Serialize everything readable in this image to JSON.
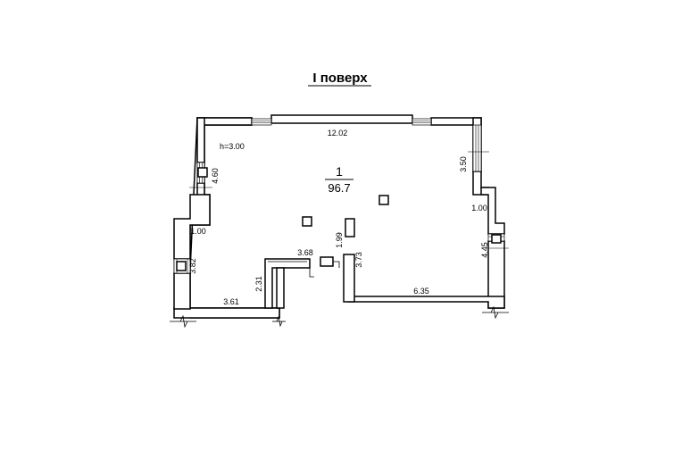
{
  "title": "I поверх",
  "height_note": "h=3.00",
  "room": {
    "number": "1",
    "area": "96.7"
  },
  "dimensions": {
    "top": "12.02",
    "left_upper": "4.60",
    "left_step": "1.00",
    "left_lower": "3.82",
    "bottom_left": "3.61",
    "recess_top": "3.68",
    "recess_side": "2.31",
    "column_side": "1.99",
    "inner_right": "3.73",
    "bottom_right": "6.35",
    "right_upper": "3.50",
    "right_step": "1.00",
    "right_lower": "4.45"
  }
}
